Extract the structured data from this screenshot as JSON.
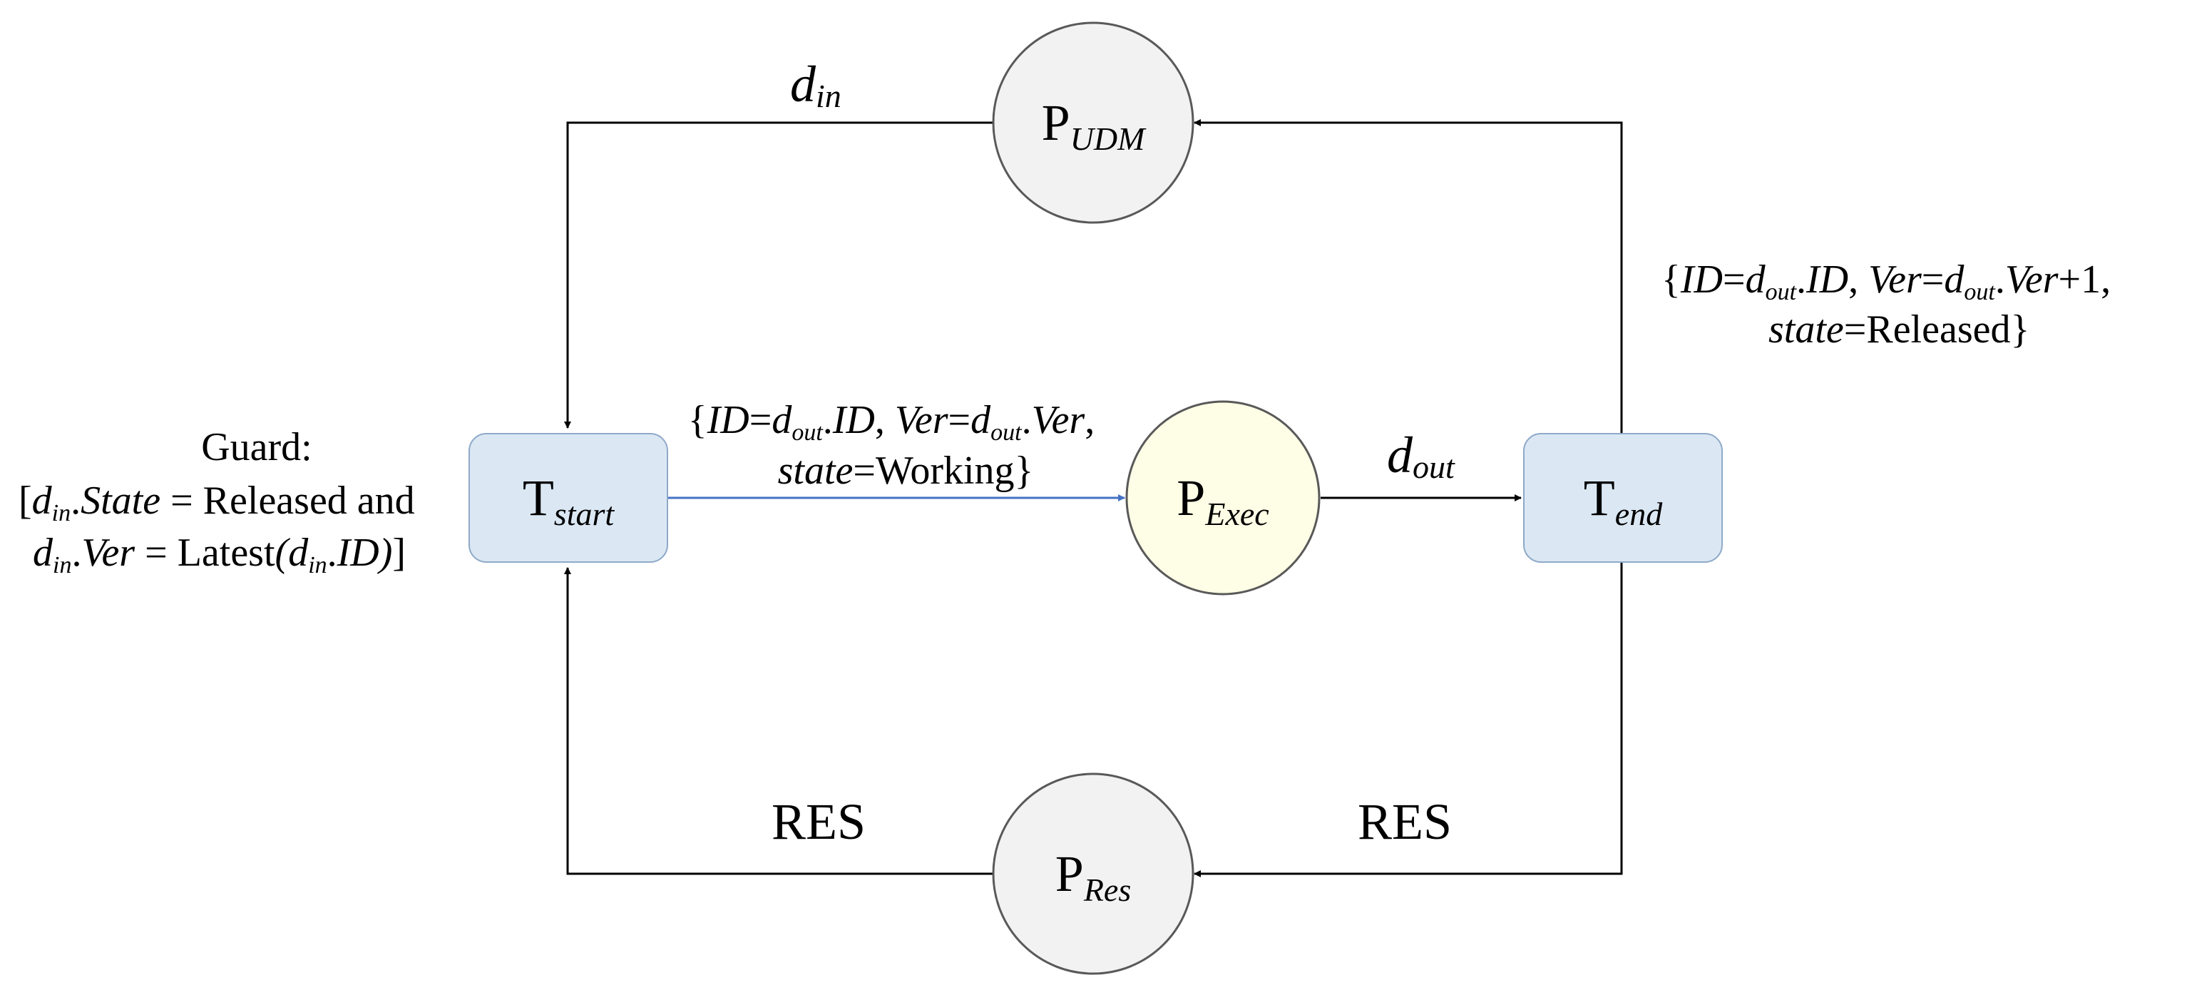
{
  "places": {
    "udm": {
      "letter": "P",
      "sub": "UDM",
      "fill": "#f2f2f2"
    },
    "exec": {
      "letter": "P",
      "sub": "Exec",
      "fill": "#fefee6"
    },
    "res": {
      "letter": "P",
      "sub": "Res",
      "fill": "#f2f2f2"
    }
  },
  "transitions": {
    "start": {
      "letter": "T",
      "sub": "start",
      "fill": "#dbe8f4"
    },
    "end": {
      "letter": "T",
      "sub": "end",
      "fill": "#dbe8f4"
    }
  },
  "arcs": {
    "din": {
      "base": "d",
      "sub": "in"
    },
    "dout": {
      "base": "d",
      "sub": "out"
    },
    "res_left": "RES",
    "res_right": "RES"
  },
  "guard": {
    "title": "Guard:",
    "open": "[",
    "d": "d",
    "in": "in",
    "dot": ".",
    "state_field": "State",
    "eq_released_and": " = Released and",
    "ver_field": "Ver",
    "eq_latest": " = Latest",
    "paren_open": "(",
    "id_field": "ID)",
    "close": "]"
  },
  "working_label": {
    "open": "{",
    "id": "ID",
    "eq": "=",
    "d": "d",
    "out": "out",
    "dot": ".",
    "id2": "ID",
    "comma": ", ",
    "ver": "Ver",
    "ver2": "Ver",
    "comma_end": ",",
    "state": "state",
    "working": "=Working}"
  },
  "released_label": {
    "open": "{",
    "id": "ID",
    "eq": "=",
    "d": "d",
    "out": "out",
    "dot": ".",
    "id2": "ID",
    "comma": ", ",
    "ver": "Ver",
    "ver2": "Ver",
    "plus_one": "+1,",
    "state": "state",
    "released": "=Released}"
  },
  "colors": {
    "line": "#000000",
    "blue_arc": "#4472c4",
    "stroke": "#595959"
  }
}
